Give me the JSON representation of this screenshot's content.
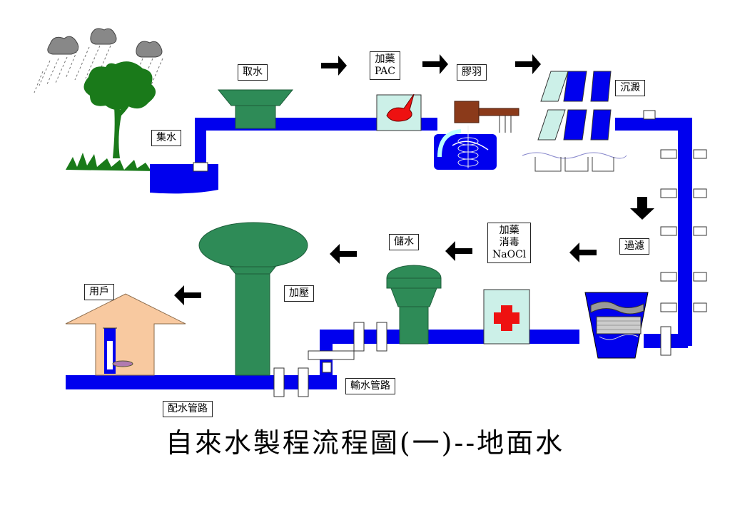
{
  "title": "自來水製程流程圖(一)--地面水",
  "labels": {
    "intake": "取水",
    "collect": "集水",
    "dosing_line1": "加藥",
    "dosing_line2": "PAC",
    "flocculation": "膠羽",
    "sedimentation": "沉澱",
    "filtration": "過濾",
    "disinfect_line1": "加藥",
    "disinfect_line2": "消毒",
    "disinfect_line3": "NaOCl",
    "storage": "儲水",
    "pressurize": "加壓",
    "consumer": "用戶",
    "transmission": "輸水管路",
    "distribution": "配水管路"
  },
  "colors": {
    "pipe": "#0000ee",
    "tank_green": "#2e8b57",
    "foliage": "#1a7a1a",
    "house": "#f8c9a0",
    "pale": "#ccf0e8",
    "red": "#ee1111"
  }
}
